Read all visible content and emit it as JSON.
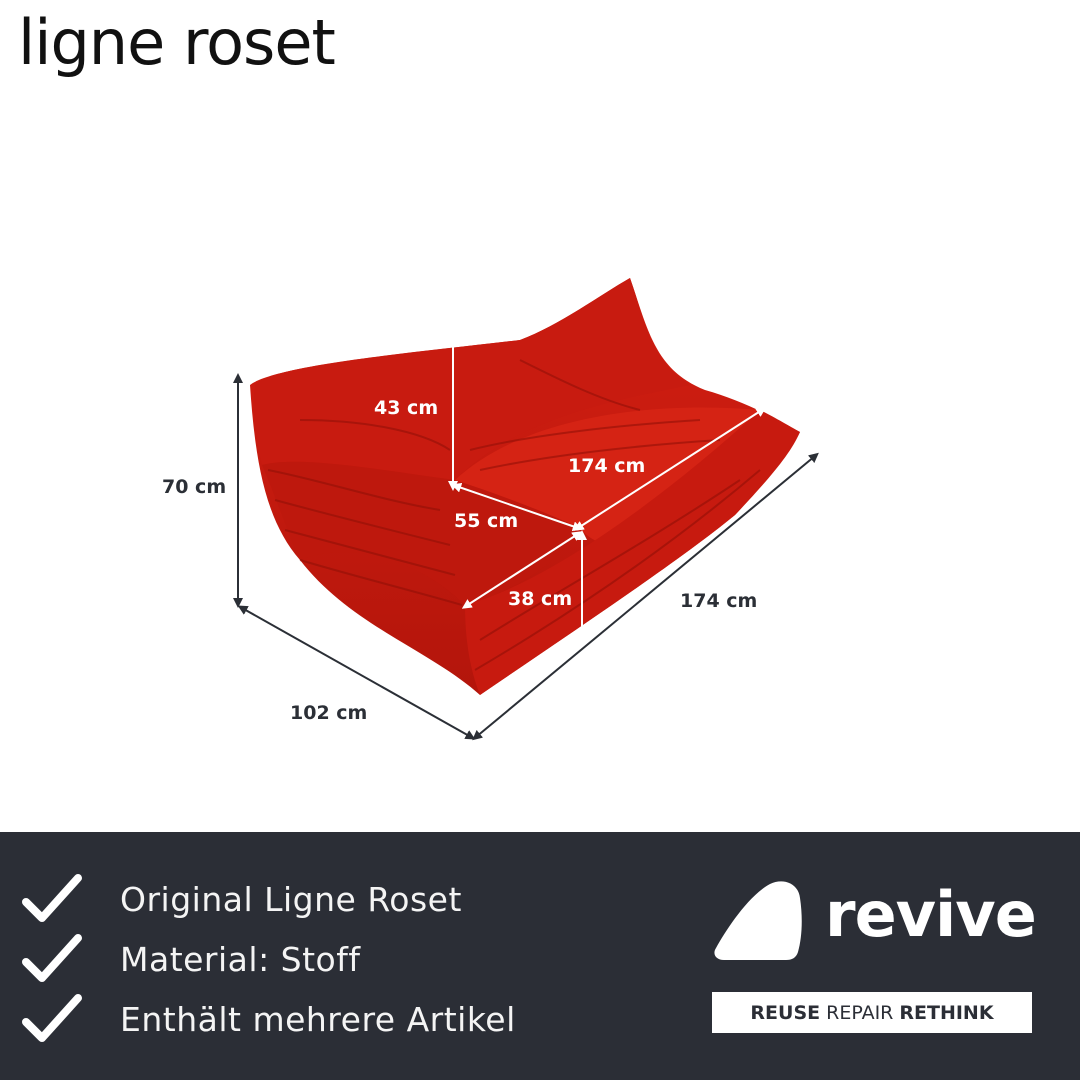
{
  "brand": {
    "name": "ligne roset"
  },
  "product": {
    "icon": "sofa-image",
    "color": "#c8190e",
    "dimensions": {
      "seat_back_height": "43 cm",
      "total_height": "70 cm",
      "seat_width": "174 cm",
      "seat_depth": "55 cm",
      "seat_height": "38 cm",
      "total_width": "174 cm",
      "total_depth": "102 cm"
    }
  },
  "features": [
    {
      "icon": "checkmark-icon",
      "label": "Original Ligne Roset"
    },
    {
      "icon": "checkmark-icon",
      "label": "Material: Stoff"
    },
    {
      "icon": "checkmark-icon",
      "label": "Enthält mehrere Artikel"
    }
  ],
  "seller": {
    "name": "revive",
    "icon": "revive-leaf-icon",
    "tagline": {
      "word1": "REUSE",
      "word2": "REPAIR",
      "word3": "RETHINK"
    }
  },
  "colors": {
    "footer_bg": "#2b2e36",
    "text_light": "#f4f4f4",
    "dim_text": "#2b2f36"
  }
}
